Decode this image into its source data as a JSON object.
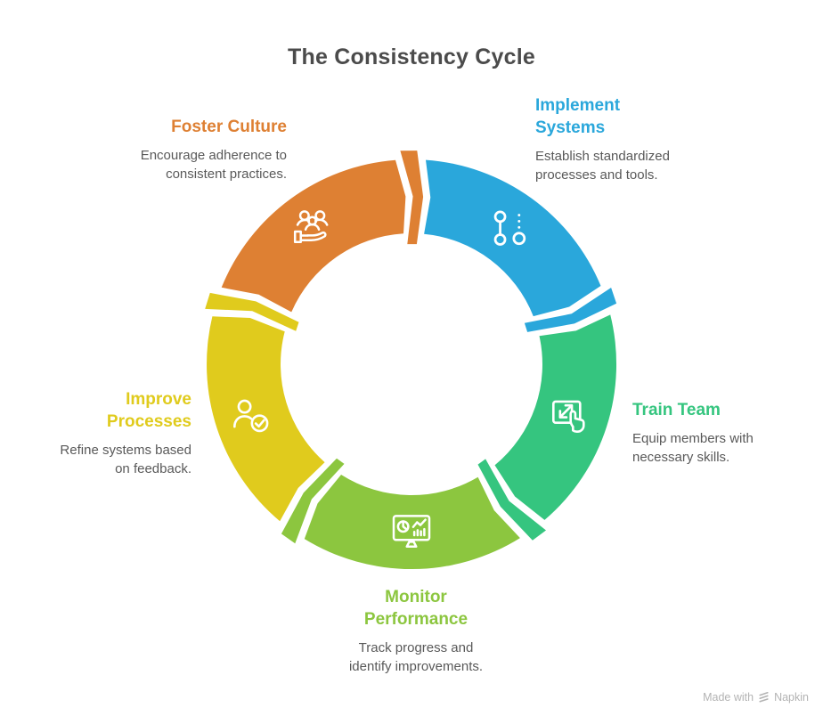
{
  "title": {
    "text": "The Consistency Cycle",
    "color": "#4b4b4b"
  },
  "description_color": "#595959",
  "steps": [
    {
      "id": "implement-systems",
      "title": "Implement Systems",
      "title_lines": [
        "Implement",
        "Systems"
      ],
      "description": "Establish standardized processes and tools.",
      "desc_lines": [
        "Establish standardized",
        "processes and tools."
      ],
      "color": "#2AA7DB",
      "icon": "workflow"
    },
    {
      "id": "train-team",
      "title": "Train Team",
      "title_lines": [
        "Train Team"
      ],
      "description": "Equip members with necessary skills.",
      "desc_lines": [
        "Equip members with",
        "necessary skills."
      ],
      "color": "#35C57F",
      "icon": "touch-training"
    },
    {
      "id": "monitor-performance",
      "title": "Monitor Performance",
      "title_lines": [
        "Monitor",
        "Performance"
      ],
      "description": "Track progress and identify improvements.",
      "desc_lines": [
        "Track progress and",
        "identify improvements."
      ],
      "color": "#8CC63F",
      "icon": "dashboard"
    },
    {
      "id": "improve-processes",
      "title": "Improve Processes",
      "title_lines": [
        "Improve",
        "Processes"
      ],
      "description": "Refine systems based on feedback.",
      "desc_lines": [
        "Refine systems based",
        "on feedback."
      ],
      "color": "#E0CB1D",
      "icon": "person-check"
    },
    {
      "id": "foster-culture",
      "title": "Foster Culture",
      "title_lines": [
        "Foster Culture"
      ],
      "description": "Encourage adherence to consistent practices.",
      "desc_lines": [
        "Encourage adherence to",
        "consistent practices."
      ],
      "color": "#DE8033",
      "icon": "community-hand"
    }
  ],
  "footer": {
    "made_with": "Made with",
    "brand": "Napkin",
    "color": "#b3b3b3"
  }
}
